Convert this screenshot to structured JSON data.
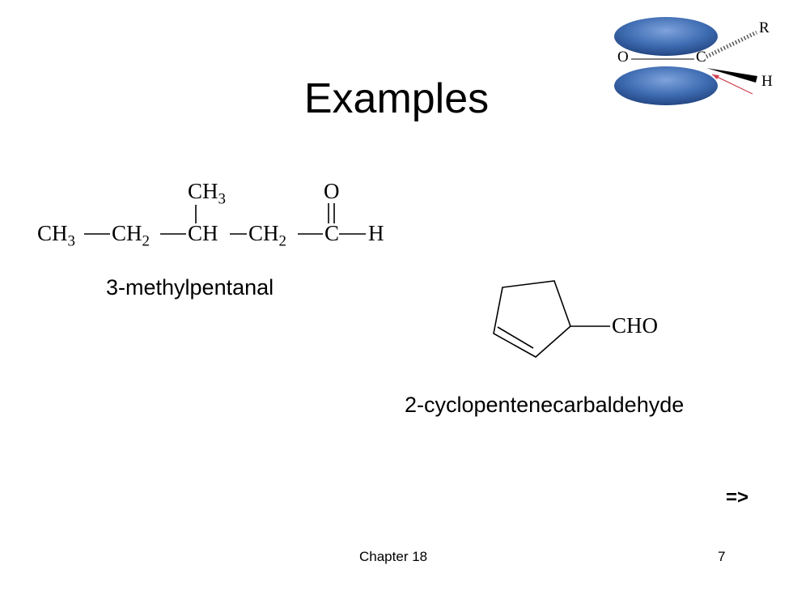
{
  "slide": {
    "title": "Examples",
    "footer_label": "Chapter 18",
    "page_number": "7",
    "next_arrow": "=>"
  },
  "example1": {
    "name": "3-methylpentanal",
    "main_chain": [
      "CH3",
      "CH2",
      "CH",
      "CH2",
      "C",
      "H"
    ],
    "branch": "CH3",
    "carbonyl_oxygen": "O"
  },
  "example2": {
    "name": "2-cyclopentenecarbaldehyde",
    "substituent": "CHO"
  },
  "icon": {
    "labels": {
      "oxygen": "O",
      "carbon": "C",
      "r_group": "R",
      "hydrogen": "H"
    },
    "lobe_color": "#3f6db3"
  }
}
